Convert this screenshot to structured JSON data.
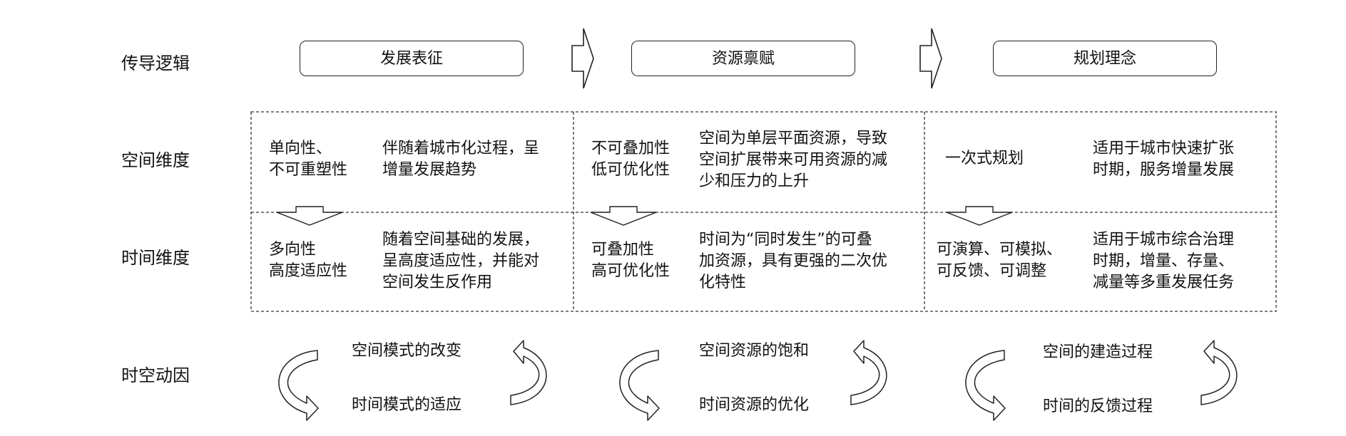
{
  "row_labels": {
    "logic": "传导逻辑",
    "space": "空间维度",
    "time": "时间维度",
    "driver": "时空动因"
  },
  "headers": [
    "发展表征",
    "资源禀赋",
    "规划理念"
  ],
  "space_row": [
    {
      "short": "单向性、\n不可重塑性",
      "desc": "伴随着城市化过程，呈\n增量发展趋势"
    },
    {
      "short": "不可叠加性\n低可优化性",
      "desc": "空间为单层平面资源，导致\n空间扩展带来可用资源的减\n少和压力的上升"
    },
    {
      "short": "一次式规划",
      "desc": "适用于城市快速扩张\n时期，服务增量发展"
    }
  ],
  "time_row": [
    {
      "short": "多向性\n高度适应性",
      "desc": "随着空间基础的发展，\n呈高度适应性，并能对\n空间发生反作用"
    },
    {
      "short": "可叠加性\n高可优化性",
      "desc": "时间为“同时发生”的可叠\n加资源，具有更强的二次优\n化特性"
    },
    {
      "short": "可演算、可模拟、\n可反馈、可调整",
      "desc": "适用于城市综合治理\n时期，增量、存量、\n减量等多重发展任务"
    }
  ],
  "cycles": [
    {
      "top": "空间模式的改变",
      "bottom": "时间模式的适应"
    },
    {
      "top": "空间资源的饱和",
      "bottom": "时间资源的优化"
    },
    {
      "top": "空间的建造过程",
      "bottom": "时间的反馈过程"
    }
  ]
}
